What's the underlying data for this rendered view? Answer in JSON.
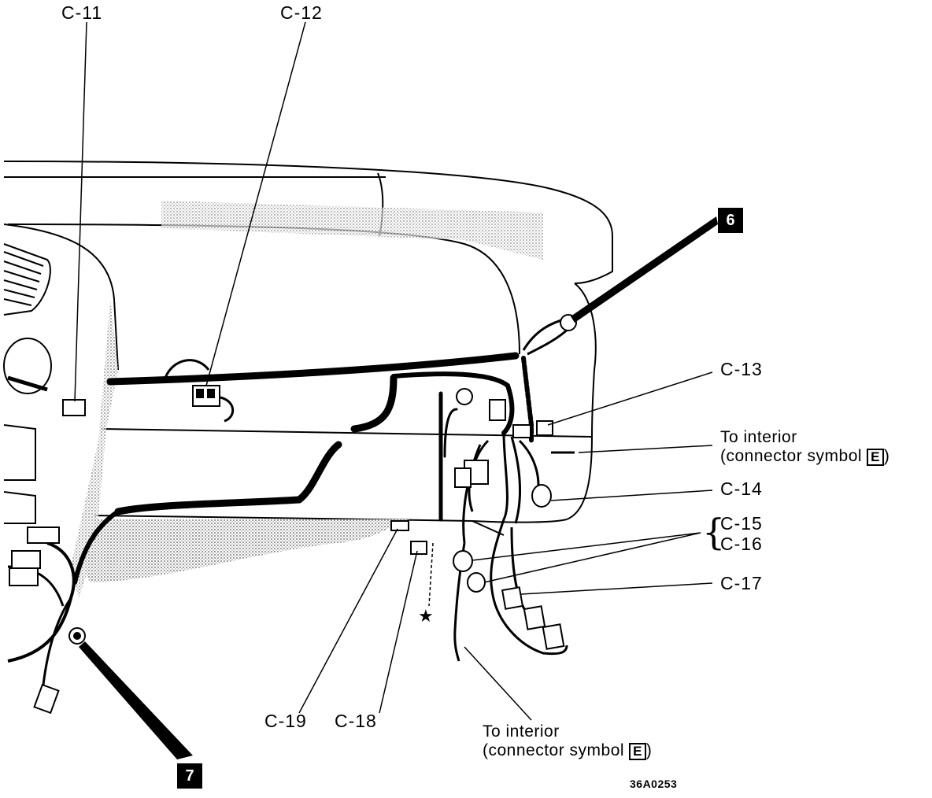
{
  "labels": {
    "c11": "C-11",
    "c12": "C-12",
    "c13": "C-13",
    "c14": "C-14",
    "c15": "C-15",
    "c16": "C-16",
    "c17": "C-17",
    "c18": "C-18",
    "c19": "C-19"
  },
  "interior_right": {
    "line1": "To interior",
    "line2": "(connector symbol",
    "symbol": "E",
    "close": ")"
  },
  "interior_bottom": {
    "line1": "To interior",
    "line2": "(connector symbol",
    "symbol": "E",
    "close": ")"
  },
  "markers": {
    "six": "6",
    "seven": "7",
    "star": "★"
  },
  "figure_code": "36A0253",
  "colors": {
    "ink": "#000000",
    "shade": "#bdbdbd",
    "paper": "#ffffff"
  }
}
